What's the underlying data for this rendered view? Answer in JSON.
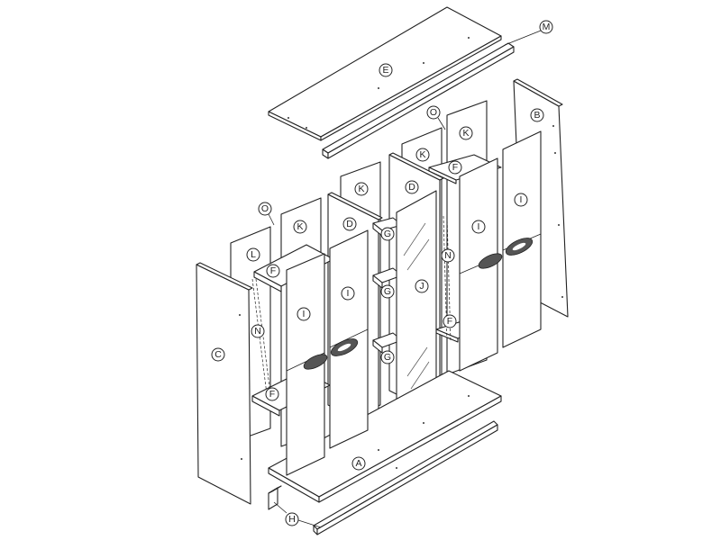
{
  "header_fragment": "",
  "labels": {
    "A": "A",
    "B": "B",
    "C": "C",
    "D": "D",
    "E": "E",
    "F": "F",
    "G": "G",
    "H": "H",
    "I": "I",
    "J": "J",
    "K": "K",
    "L": "L",
    "M": "M",
    "N": "N",
    "O": "O"
  }
}
